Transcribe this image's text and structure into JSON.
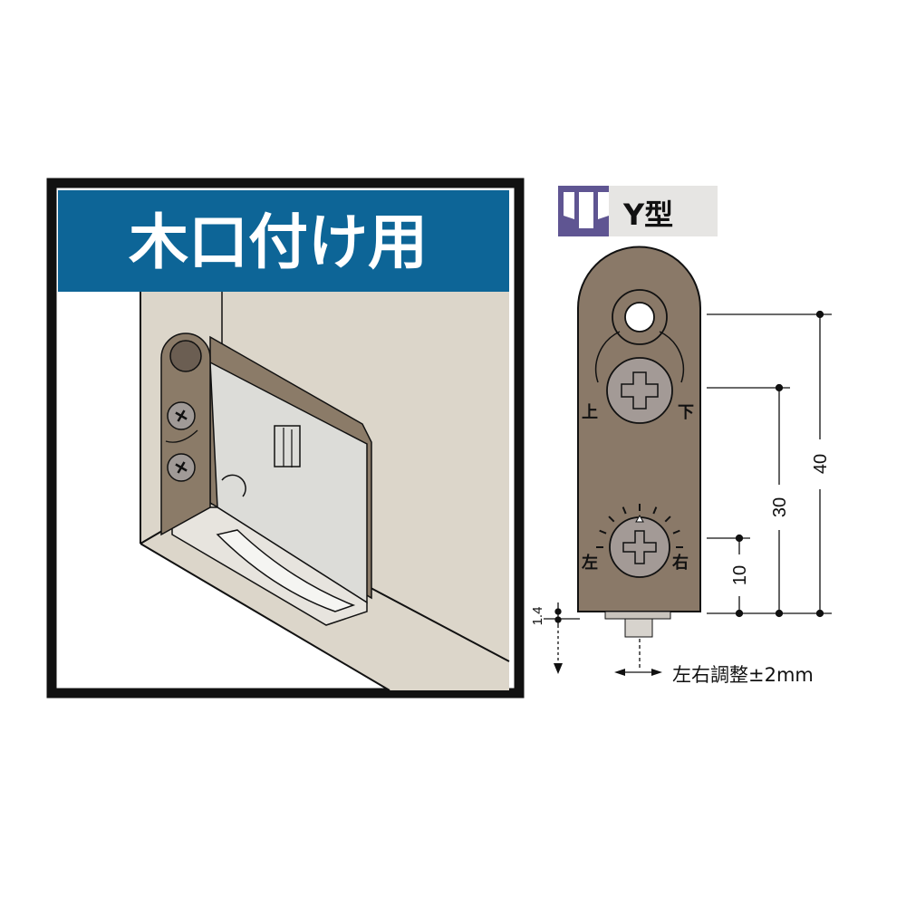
{
  "illustration": {
    "title": "木口付け用",
    "banner_color": "#0d6597",
    "wall_color": "#dcd6ca",
    "device_color": "#8b7b68"
  },
  "type_badge": {
    "label": "Y型",
    "icon_color": "#5f5592",
    "background": "#e6e5e3"
  },
  "plate": {
    "color": "#8a7968",
    "screw_color": "#a39a96",
    "top_screw_labels": {
      "left": "上",
      "right": "下"
    },
    "bottom_screw_labels": {
      "left": "左",
      "right": "右"
    }
  },
  "dimensions": {
    "d40": "40",
    "d30": "30",
    "d10": "10",
    "d1_4": "1.4",
    "adjustment_note": "左右調整±2mm"
  }
}
